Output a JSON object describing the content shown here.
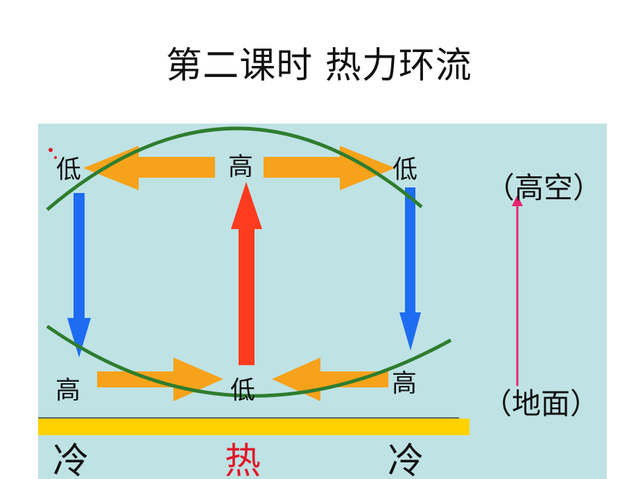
{
  "title": "第二课时 热力环流",
  "diagram": {
    "upper_left": "低",
    "upper_center": "高",
    "upper_right": "低",
    "lower_left": "高",
    "lower_center": "低",
    "lower_right": "高",
    "ground_left": "冷",
    "ground_center": "热",
    "ground_right": "冷",
    "altitude_top": "（高空）",
    "altitude_bottom": "（地面）"
  },
  "colors": {
    "background_panel": "#bfe2e4",
    "orange_arrow": "#f7a21b",
    "blue_arrow": "#1e6cf2",
    "red_arrow": "#ff3b1f",
    "green_isobar": "#2e7d2e",
    "ground_bar": "#ffd200",
    "pink_axis": "#e8266e",
    "hot_text": "#e0182a"
  }
}
